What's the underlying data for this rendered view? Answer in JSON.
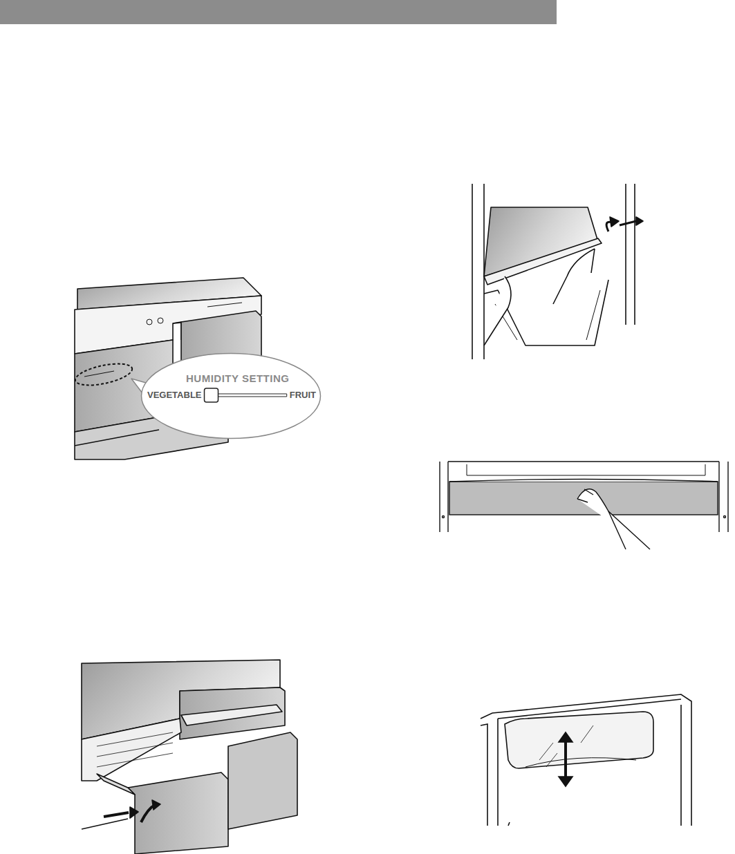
{
  "diagram": {
    "nodes": [
      {
        "text": [
          "HUMIDITY SETTING",
          "VEGETABLE",
          "FRUIT"
        ]
      }
    ]
  }
}
